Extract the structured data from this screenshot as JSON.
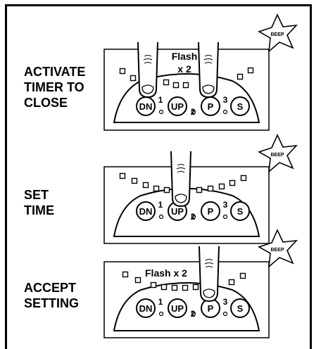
{
  "steps": [
    {
      "label": "ACTIVATE\nTIMER TO\nCLOSE",
      "flash_text_line1": "Flash",
      "flash_text_line2": "x 2",
      "beep": "BEEP"
    },
    {
      "label": "SET\nTIME",
      "beep": "BEEP"
    },
    {
      "label": "ACCEPT\nSETTING",
      "flash_text": "Flash x 2",
      "beep": "BEEP"
    }
  ],
  "buttons": {
    "dn": "DN",
    "up": "UP",
    "p": "P",
    "s": "S",
    "n1": "1",
    "n2": "2",
    "n3": "3"
  }
}
